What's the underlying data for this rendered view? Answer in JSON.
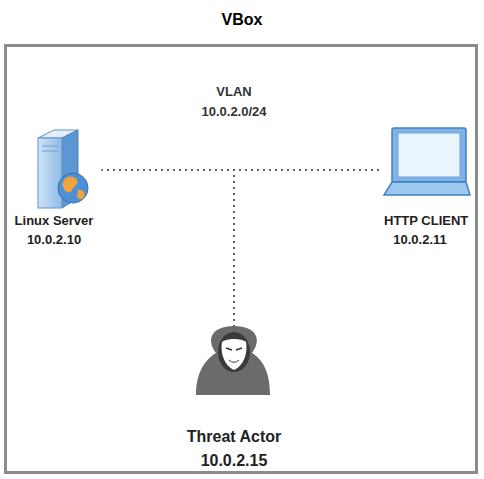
{
  "diagram": {
    "nodes": [
      {
        "text": [
          "VBox"
        ]
      },
      {
        "text": [
          "Linux Server",
          "10.0.2.10"
        ],
        "in": 0
      },
      {
        "text": [
          "HTTP CLIENT",
          "10.0.2.11"
        ],
        "in": 0
      },
      {
        "text": [
          "Threat Actor",
          "10.0.2.15"
        ],
        "in": 0
      }
    ],
    "edges": [
      {
        "from": 1,
        "to": 2,
        "arrow": "none"
      },
      {
        "from": 3,
        "to": 1,
        "arrow": "none"
      },
      {
        "from": 3,
        "to": 2,
        "arrow": "none"
      }
    ],
    "labels": [
      "VLAN",
      "10.0.2.0/24"
    ]
  }
}
